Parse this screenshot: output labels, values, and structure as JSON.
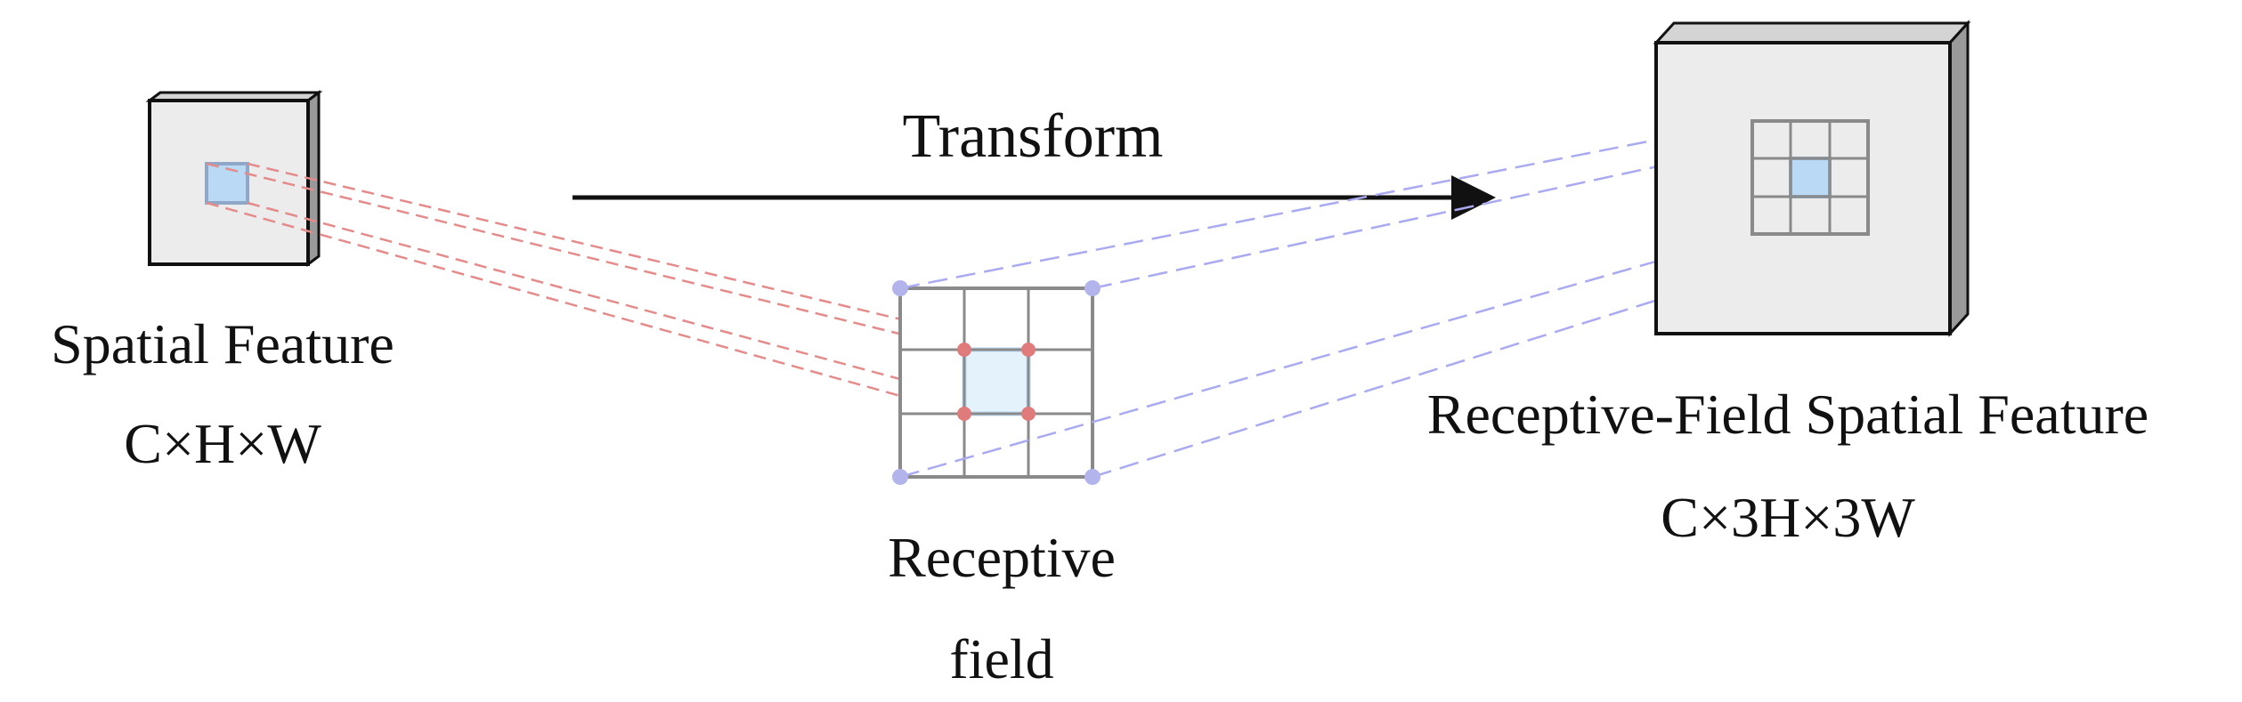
{
  "labels": {
    "transform": "Transform",
    "spatial_feature": "Spatial Feature",
    "spatial_dims": "C×H×W",
    "receptive_field_line1": "Receptive",
    "receptive_field_line2": "field",
    "rf_spatial_feature": "Receptive-Field Spatial Feature",
    "rf_spatial_dims": "C×3H×3W"
  },
  "colors": {
    "box_face": "#ececec",
    "box_side": "#9a9a9a",
    "box_top": "#d4d4d4",
    "box_stroke": "#111111",
    "grid_stroke": "#8a8a8a",
    "highlight_fill": "#b9d9f5",
    "highlight_stroke": "#8fa8c8",
    "red_dashed": "#e48b8b",
    "red_point": "#e07b7b",
    "purple_dashed": "#aaaaf0",
    "purple_point": "#b4b4ec",
    "arrow": "#111111",
    "text": "#111111"
  },
  "grid": {
    "rows": 3,
    "cols": 3,
    "highlight_cell": [
      1,
      1
    ]
  }
}
